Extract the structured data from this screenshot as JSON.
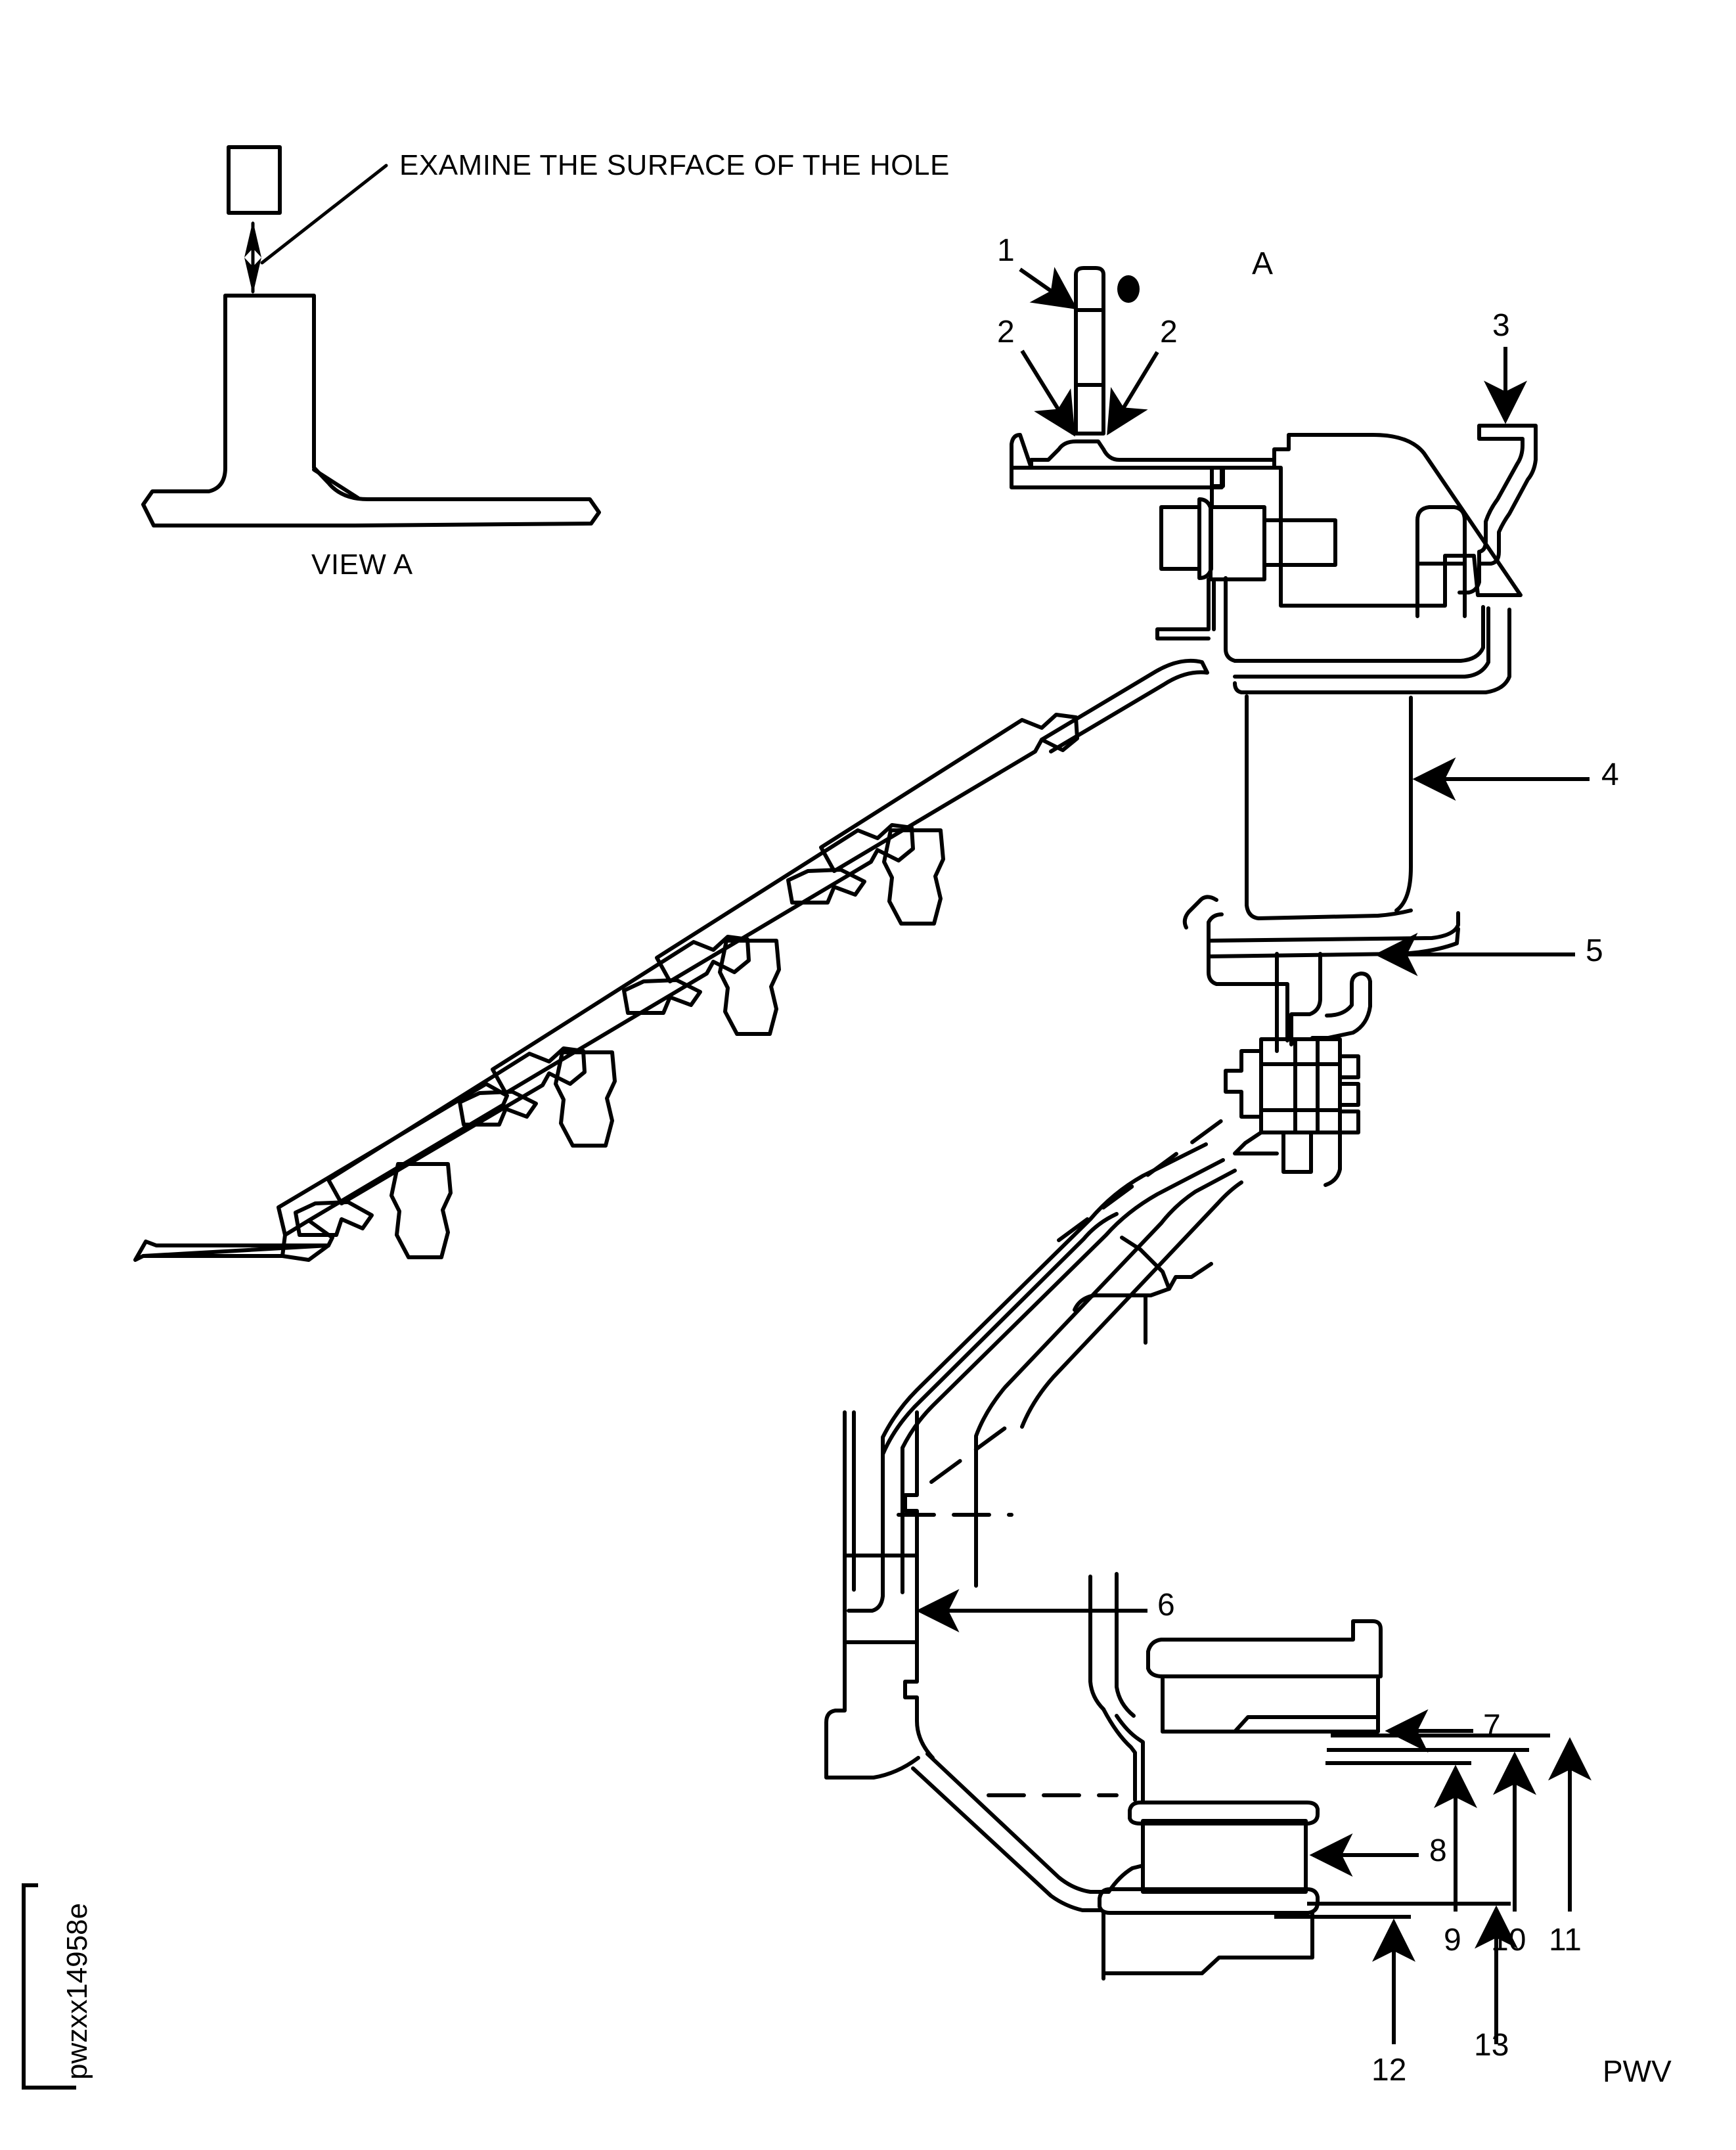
{
  "document": {
    "type": "engineering-cross-section",
    "title_note": "EXAMINE THE SURFACE OF THE HOLE",
    "detail_view_label": "VIEW A",
    "detail_point_label": "A",
    "figure_code": "pwzxx14958e",
    "sheet_code": "PWV",
    "background_color": "#ffffff",
    "line_color": "#000000"
  },
  "detail_view": {
    "name": "VIEW A",
    "caption": "VIEW A",
    "annotation": "EXAMINE THE SURFACE OF THE HOLE",
    "callout_letter": "A"
  },
  "callouts": [
    {
      "id": "1",
      "label": "1",
      "leader": "arrow-diagonal-down-right",
      "target": "stud-post"
    },
    {
      "id": "2a",
      "label": "2",
      "leader": "arrow-diagonal-down-right",
      "target": "flange-left-face"
    },
    {
      "id": "2b",
      "label": "2",
      "leader": "arrow-diagonal-down-left",
      "target": "flange-right-face"
    },
    {
      "id": "3",
      "label": "3",
      "leader": "arrow-vertical-down",
      "target": "retainer-tab"
    },
    {
      "id": "4",
      "label": "4",
      "leader": "arrow-horizontal-left",
      "target": "drum-wall"
    },
    {
      "id": "5",
      "label": "5",
      "leader": "arrow-horizontal-left",
      "target": "seal-hook"
    },
    {
      "id": "6",
      "label": "6",
      "leader": "arrow-horizontal-left",
      "target": "rim-land"
    },
    {
      "id": "7",
      "label": "7",
      "leader": "arrow-horizontal-left",
      "target": "upper-flange"
    },
    {
      "id": "8",
      "label": "8",
      "leader": "arrow-horizontal-left",
      "target": "spacer-block"
    },
    {
      "id": "9",
      "label": "9",
      "leader": "arrow-vertical-up",
      "target": "surface-inner"
    },
    {
      "id": "10",
      "label": "10",
      "leader": "arrow-vertical-up",
      "target": "surface-mid"
    },
    {
      "id": "11",
      "label": "11",
      "leader": "arrow-vertical-up",
      "target": "surface-outer"
    },
    {
      "id": "12",
      "label": "12",
      "leader": "arrow-vertical-up",
      "target": "base-surface-inner"
    },
    {
      "id": "13",
      "label": "13",
      "leader": "arrow-vertical-up",
      "target": "base-surface-outer"
    }
  ]
}
